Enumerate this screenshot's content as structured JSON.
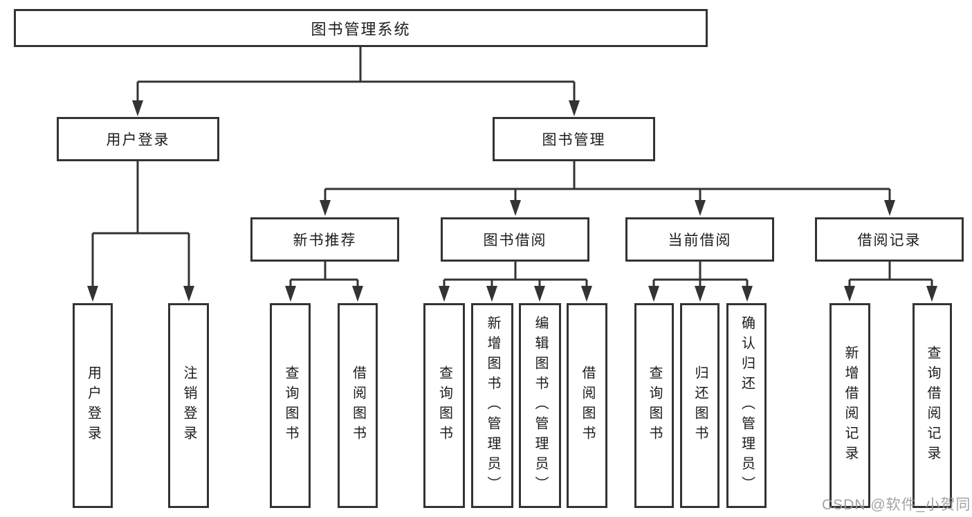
{
  "diagram": {
    "root": {
      "label": "图书管理系统"
    },
    "branches": [
      {
        "label": "用户登录",
        "children": [
          {
            "label": "用户登录"
          },
          {
            "label": "注销登录"
          }
        ]
      },
      {
        "label": "图书管理",
        "children": [
          {
            "label": "新书推荐",
            "children": [
              {
                "label": "查询图书"
              },
              {
                "label": "借阅图书"
              }
            ]
          },
          {
            "label": "图书借阅",
            "children": [
              {
                "label": "查询图书"
              },
              {
                "label": "新增图书（管理员）"
              },
              {
                "label": "编辑图书（管理员）"
              },
              {
                "label": "借阅图书"
              }
            ]
          },
          {
            "label": "当前借阅",
            "children": [
              {
                "label": "查询图书"
              },
              {
                "label": "归还图书"
              },
              {
                "label": "确认归还（管理员）"
              }
            ]
          },
          {
            "label": "借阅记录",
            "children": [
              {
                "label": "新增借阅记录"
              },
              {
                "label": "查询借阅记录"
              }
            ]
          }
        ]
      }
    ]
  },
  "watermark": {
    "text": "CSDN @软件_小贺同学"
  },
  "colors": {
    "line": "#333333",
    "box_border": "#333333",
    "box_fill": "#ffffff",
    "text": "#1c1c1c",
    "watermark": "#9b9b9b",
    "background": "#ffffff"
  }
}
